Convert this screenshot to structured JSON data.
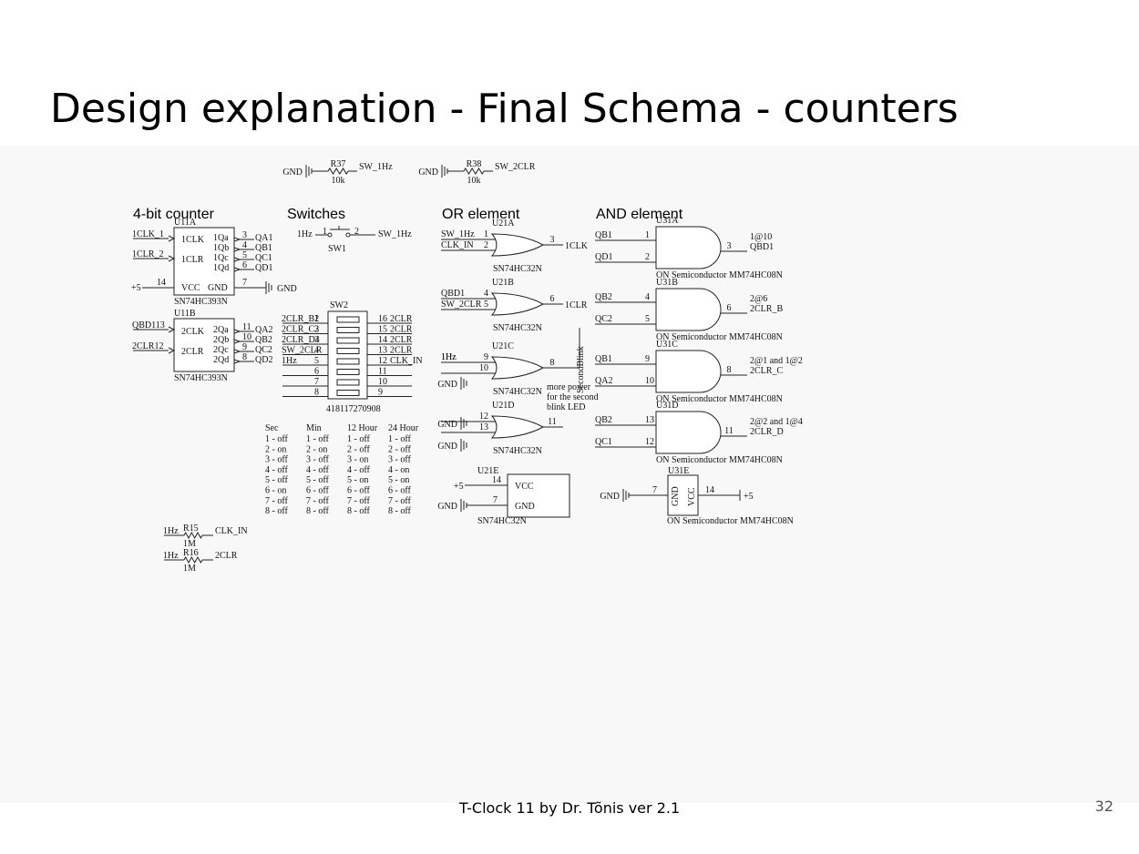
{
  "title": "Design explanation - Final Schema - counters",
  "footer": "T-Clock 11 by Dr. Tõnis ver 2.1",
  "page_number": "32",
  "schematic": {
    "sections": {
      "counter": "4-bit counter",
      "switches": "Switches",
      "or": "OR element",
      "and": "AND element"
    },
    "pullups": {
      "r37": {
        "gnd": "GND",
        "ref": "R37",
        "val": "10k",
        "net": "SW_1Hz"
      },
      "r38": {
        "gnd": "GND",
        "ref": "R38",
        "val": "10k",
        "net": "SW_2CLR"
      }
    },
    "u11a": {
      "ref": "U11A",
      "part": "SN74HC393N",
      "clk_pin": "1CLK",
      "clr_pin": "1CLR",
      "in_clk": "1CLK",
      "in_clk_num": "1",
      "in_clr": "1CLR",
      "in_clr_num": "2",
      "outs": [
        "1Qa",
        "1Qb",
        "1Qc",
        "1Qd"
      ],
      "out_nums": [
        "3",
        "4",
        "5",
        "6"
      ],
      "out_nets": [
        "QA1",
        "QB1",
        "QC1",
        "QD1"
      ],
      "vcc": "VCC",
      "gnd": "GND",
      "vcc_num": "14",
      "gnd_num": "7",
      "vcc_net": "+5",
      "gnd_net": "GND"
    },
    "u11b": {
      "ref": "U11B",
      "part": "SN74HC393N",
      "clk_pin": "2CLK",
      "clr_pin": "2CLR",
      "in_clk": "QBD1",
      "in_clk_num": "13",
      "in_clr": "2CLR",
      "in_clr_num": "12",
      "outs": [
        "2Qa",
        "2Qb",
        "2Qc",
        "2Qd"
      ],
      "out_nums": [
        "11",
        "10",
        "9",
        "8"
      ],
      "out_nets": [
        "QA2",
        "QB2",
        "QC2",
        "QD2"
      ]
    },
    "sw1": {
      "ref": "SW1",
      "in_net": "1Hz",
      "out_net": "SW_1Hz",
      "pin1": "1",
      "pin2": "2"
    },
    "sw2": {
      "ref": "SW2",
      "part": "418117270908",
      "left": [
        "2CLR_B2",
        "2CLR_C3",
        "2CLR_D4",
        "SW_2CLR",
        "1Hz",
        "",
        ""
      ],
      "left_nums": [
        "1",
        "2",
        "3",
        "4",
        "5",
        "6",
        "7",
        "8"
      ],
      "right": [
        "2CLR",
        "2CLR",
        "2CLR",
        "2CLR",
        "CLK_IN",
        "",
        ""
      ],
      "right_nums": [
        "16",
        "15",
        "14",
        "13",
        "12",
        "11",
        "10",
        "9"
      ]
    },
    "table": {
      "headers": [
        "Sec",
        "Min",
        "12 Hour",
        "24 Hour"
      ],
      "rows": [
        [
          "1 - off",
          "1 - off",
          "1 - off",
          "1 - off"
        ],
        [
          "2 - on",
          "2 - on",
          "2 - off",
          "2 - off"
        ],
        [
          "3 - off",
          "3 - off",
          "3 - on",
          "3 - off"
        ],
        [
          "4 - off",
          "4 - off",
          "4 - off",
          "4 - on"
        ],
        [
          "5 - off",
          "5 - off",
          "5 - on",
          "5 - on"
        ],
        [
          "6 - on",
          "6 - off",
          "6 - off",
          "6 - off"
        ],
        [
          "7 - off",
          "7 - off",
          "7 - off",
          "7 - off"
        ],
        [
          "8 - off",
          "8 - off",
          "8 - off",
          "8 - off"
        ]
      ]
    },
    "r15": {
      "in": "1Hz",
      "ref": "R15",
      "val": "1M",
      "net": "CLK_IN"
    },
    "r16": {
      "in": "1Hz",
      "ref": "R16",
      "val": "1M",
      "net": "2CLR"
    },
    "or_gates": [
      {
        "ref": "U21A",
        "in1": "SW_1Hz",
        "in1_num": "1",
        "in2": "CLK_IN",
        "in2_num": "2",
        "out_num": "3",
        "out_net": "1CLK",
        "part": "SN74HC32N"
      },
      {
        "ref": "U21B",
        "in1": "QBD1",
        "in1_num": "4",
        "in2": "SW_2CLR",
        "in2_num": "5",
        "out_num": "6",
        "out_net": "1CLR",
        "part": "SN74HC32N"
      },
      {
        "ref": "U21C",
        "in1": "1Hz",
        "in1_num": "9",
        "in2": "GND",
        "in2_num": "10",
        "out_num": "8",
        "out_net": "SecondBlink",
        "part": "SN74HC32N"
      },
      {
        "ref": "U21D",
        "in1": "GND",
        "in1_num": "12",
        "in2": "GND",
        "in2_num": "13",
        "out_num": "11",
        "out_net": "",
        "part": "SN74HC32N"
      }
    ],
    "or_note": [
      "more power",
      "for the second",
      "blink LED"
    ],
    "u21e": {
      "ref": "U21E",
      "vcc": "VCC",
      "gnd": "GND",
      "vcc_num": "14",
      "gnd_num": "7",
      "vcc_net": "+5",
      "gnd_net": "GND",
      "part": "SN74HC32N"
    },
    "and_gates": [
      {
        "ref": "U31A",
        "in1": "QB1",
        "in1_num": "1",
        "in2": "QD1",
        "in2_num": "2",
        "out_num": "3",
        "note": "1@10",
        "out_net": "QBD1",
        "part": "ON Semiconductor MM74HC08N"
      },
      {
        "ref": "U31B",
        "in1": "QB2",
        "in1_num": "4",
        "in2": "QC2",
        "in2_num": "5",
        "out_num": "6",
        "note": "2@6",
        "out_net": "2CLR_B",
        "part": "ON Semiconductor MM74HC08N"
      },
      {
        "ref": "U31C",
        "in1": "QB1",
        "in1_num": "9",
        "in2": "QA2",
        "in2_num": "10",
        "out_num": "8",
        "note": "2@1 and 1@2",
        "out_net": "2CLR_C",
        "part": "ON Semiconductor MM74HC08N"
      },
      {
        "ref": "U31D",
        "in1": "QB2",
        "in1_num": "13",
        "in2": "QC1",
        "in2_num": "12",
        "out_num": "11",
        "note": "2@2 and 1@4",
        "out_net": "2CLR_D",
        "part": "ON Semiconductor MM74HC08N"
      }
    ],
    "u31e": {
      "ref": "U31E",
      "gnd": "GND",
      "vcc": "VCC",
      "gnd_num": "7",
      "vcc_num": "14",
      "gnd_net": "GND",
      "vcc_net": "+5",
      "part": "ON Semiconductor MM74HC08N"
    }
  }
}
